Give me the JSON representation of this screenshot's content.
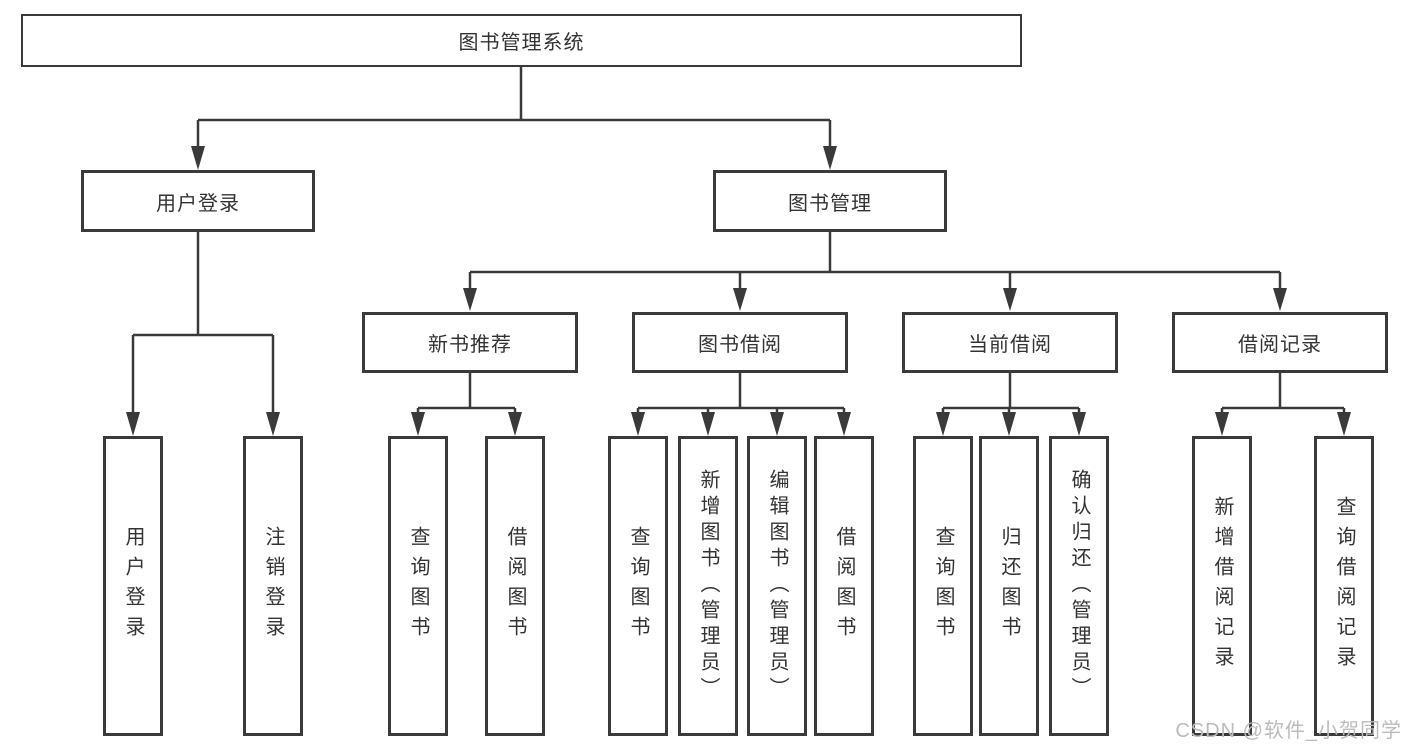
{
  "colors": {
    "line": "#3a3a3a",
    "border": "#3a3a3a",
    "text": "#333333",
    "watermark": "#bcbcbc",
    "background": "#ffffff"
  },
  "watermark": "CSDN @软件_小贺同学",
  "tree": {
    "root": {
      "label": "图书管理系统",
      "children": [
        {
          "label": "用户登录",
          "children": [
            {
              "label": "用户登录"
            },
            {
              "label": "注销登录"
            }
          ]
        },
        {
          "label": "图书管理",
          "children": [
            {
              "label": "新书推荐",
              "children": [
                {
                  "label": "查询图书"
                },
                {
                  "label": "借阅图书"
                }
              ]
            },
            {
              "label": "图书借阅",
              "children": [
                {
                  "label": "查询图书"
                },
                {
                  "label": "新增图书（管理员）"
                },
                {
                  "label": "编辑图书（管理员）"
                },
                {
                  "label": "借阅图书"
                }
              ]
            },
            {
              "label": "当前借阅",
              "children": [
                {
                  "label": "查询图书"
                },
                {
                  "label": "归还图书"
                },
                {
                  "label": "确认归还（管理员）"
                }
              ]
            },
            {
              "label": "借阅记录",
              "children": [
                {
                  "label": "新增借阅记录"
                },
                {
                  "label": "查询借阅记录"
                }
              ]
            }
          ]
        }
      ]
    }
  }
}
